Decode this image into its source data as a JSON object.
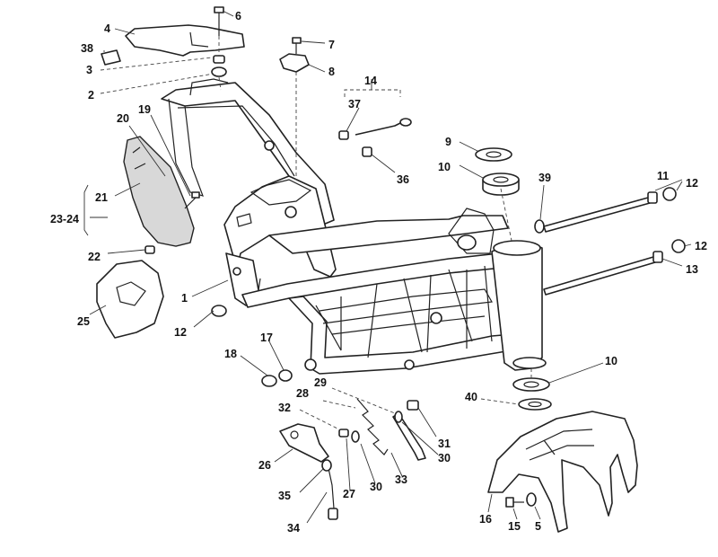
{
  "callouts": [
    {
      "id": "c1",
      "text": "1"
    },
    {
      "id": "c2",
      "text": "2"
    },
    {
      "id": "c3",
      "text": "3"
    },
    {
      "id": "c4",
      "text": "4"
    },
    {
      "id": "c5",
      "text": "5"
    },
    {
      "id": "c6",
      "text": "6"
    },
    {
      "id": "c7",
      "text": "7"
    },
    {
      "id": "c8",
      "text": "8"
    },
    {
      "id": "c9",
      "text": "9"
    },
    {
      "id": "c10a",
      "text": "10"
    },
    {
      "id": "c10b",
      "text": "10"
    },
    {
      "id": "c11",
      "text": "11"
    },
    {
      "id": "c12a",
      "text": "12"
    },
    {
      "id": "c12b",
      "text": "12"
    },
    {
      "id": "c12c",
      "text": "12"
    },
    {
      "id": "c13",
      "text": "13"
    },
    {
      "id": "c14",
      "text": "14"
    },
    {
      "id": "c15",
      "text": "15"
    },
    {
      "id": "c16",
      "text": "16"
    },
    {
      "id": "c17",
      "text": "17"
    },
    {
      "id": "c18",
      "text": "18"
    },
    {
      "id": "c19",
      "text": "19"
    },
    {
      "id": "c20",
      "text": "20"
    },
    {
      "id": "c21",
      "text": "21"
    },
    {
      "id": "c22",
      "text": "22"
    },
    {
      "id": "c2324",
      "text": "23-24"
    },
    {
      "id": "c25",
      "text": "25"
    },
    {
      "id": "c26",
      "text": "26"
    },
    {
      "id": "c27",
      "text": "27"
    },
    {
      "id": "c28",
      "text": "28"
    },
    {
      "id": "c29",
      "text": "29"
    },
    {
      "id": "c30a",
      "text": "30"
    },
    {
      "id": "c30b",
      "text": "30"
    },
    {
      "id": "c31",
      "text": "31"
    },
    {
      "id": "c32",
      "text": "32"
    },
    {
      "id": "c33",
      "text": "33"
    },
    {
      "id": "c34",
      "text": "34"
    },
    {
      "id": "c35",
      "text": "35"
    },
    {
      "id": "c36",
      "text": "36"
    },
    {
      "id": "c37",
      "text": "37"
    },
    {
      "id": "c38",
      "text": "38"
    },
    {
      "id": "c39",
      "text": "39"
    },
    {
      "id": "c40",
      "text": "40"
    }
  ]
}
